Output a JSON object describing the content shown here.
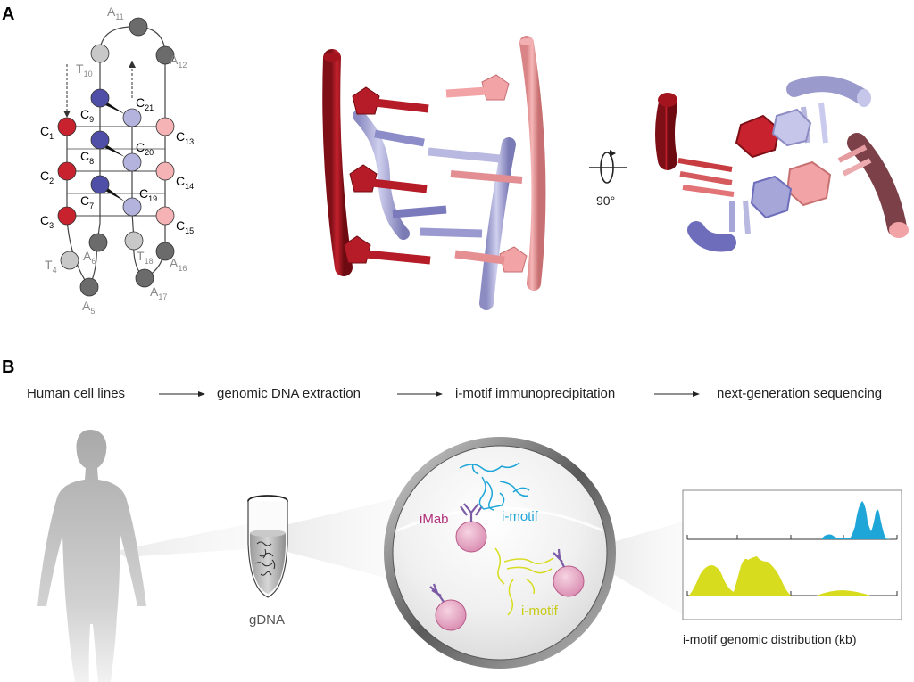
{
  "panel_a": {
    "label": "A",
    "schematic": {
      "nucleotides": {
        "C1": {
          "base": "C",
          "num": "1"
        },
        "C2": {
          "base": "C",
          "num": "2"
        },
        "C3": {
          "base": "C",
          "num": "3"
        },
        "T4": {
          "base": "T",
          "num": "4"
        },
        "A5": {
          "base": "A",
          "num": "5"
        },
        "A6": {
          "base": "A",
          "num": "6"
        },
        "C7": {
          "base": "C",
          "num": "7"
        },
        "C8": {
          "base": "C",
          "num": "8"
        },
        "C9": {
          "base": "C",
          "num": "9"
        },
        "T10": {
          "base": "T",
          "num": "10"
        },
        "A11": {
          "base": "A",
          "num": "11"
        },
        "A12": {
          "base": "A",
          "num": "12"
        },
        "C13": {
          "base": "C",
          "num": "13"
        },
        "C14": {
          "base": "C",
          "num": "14"
        },
        "C15": {
          "base": "C",
          "num": "15"
        },
        "A16": {
          "base": "A",
          "num": "16"
        },
        "A17": {
          "base": "A",
          "num": "17"
        },
        "T18": {
          "base": "T",
          "num": "18"
        },
        "C19": {
          "base": "C",
          "num": "19"
        },
        "C20": {
          "base": "C",
          "num": "20"
        },
        "C21": {
          "base": "C",
          "num": "21"
        }
      }
    },
    "rotation_label": "90°"
  },
  "panel_b": {
    "label": "B",
    "workflow": {
      "step1": "Human cell lines",
      "step2": "genomic DNA extraction",
      "step3": "i-motif immunoprecipitation",
      "step4": "next-generation sequencing"
    },
    "tube_label": "gDNA",
    "antibody_label": "iMab",
    "imotif_label_blue": "i-motif",
    "imotif_label_yellow": "i-motif",
    "chart_caption": "i-motif genomic distribution (kb)"
  },
  "colors": {
    "dark_red": "#c7222e",
    "light_red": "#f2a3a6",
    "dark_blue": "#4f4fa8",
    "light_blue": "#b3b3dd",
    "dark_grey": "#6b6b6b",
    "light_grey": "#bdbdbd",
    "imotif_blue": "#1fa6d8",
    "imotif_yellow": "#d7dc1f",
    "bead_pink": "#e6a3c0",
    "antibody_purple": "#7b5aa6"
  }
}
